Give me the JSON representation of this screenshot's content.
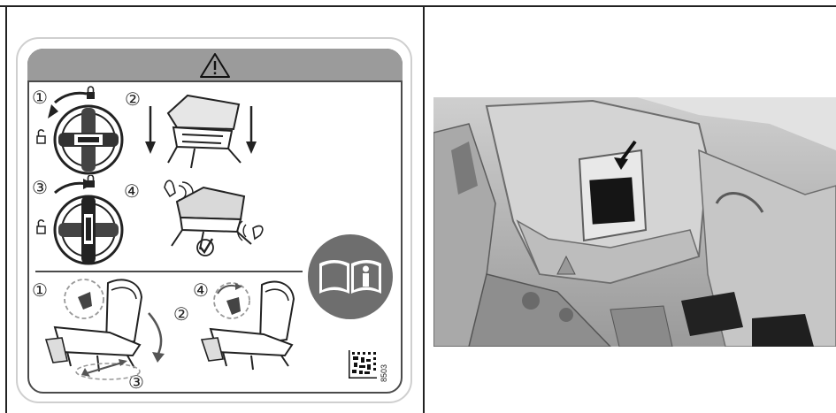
{
  "warning_label": {
    "steps": {
      "s1": "①",
      "s2": "②",
      "s3": "③",
      "s4": "④",
      "b1": "①",
      "b2": "②",
      "b3": "③",
      "b4": "④"
    },
    "code": "8503"
  },
  "icons": {
    "warning": "warning-triangle-icon",
    "manual": "manual-info-icon",
    "lock": "padlock-icon",
    "check": "checkmark-icon",
    "hand": "hand-icon"
  },
  "colors": {
    "warning_bar": "#9b9b9b",
    "manual_circle": "#6e6e6e",
    "line": "#222222"
  }
}
